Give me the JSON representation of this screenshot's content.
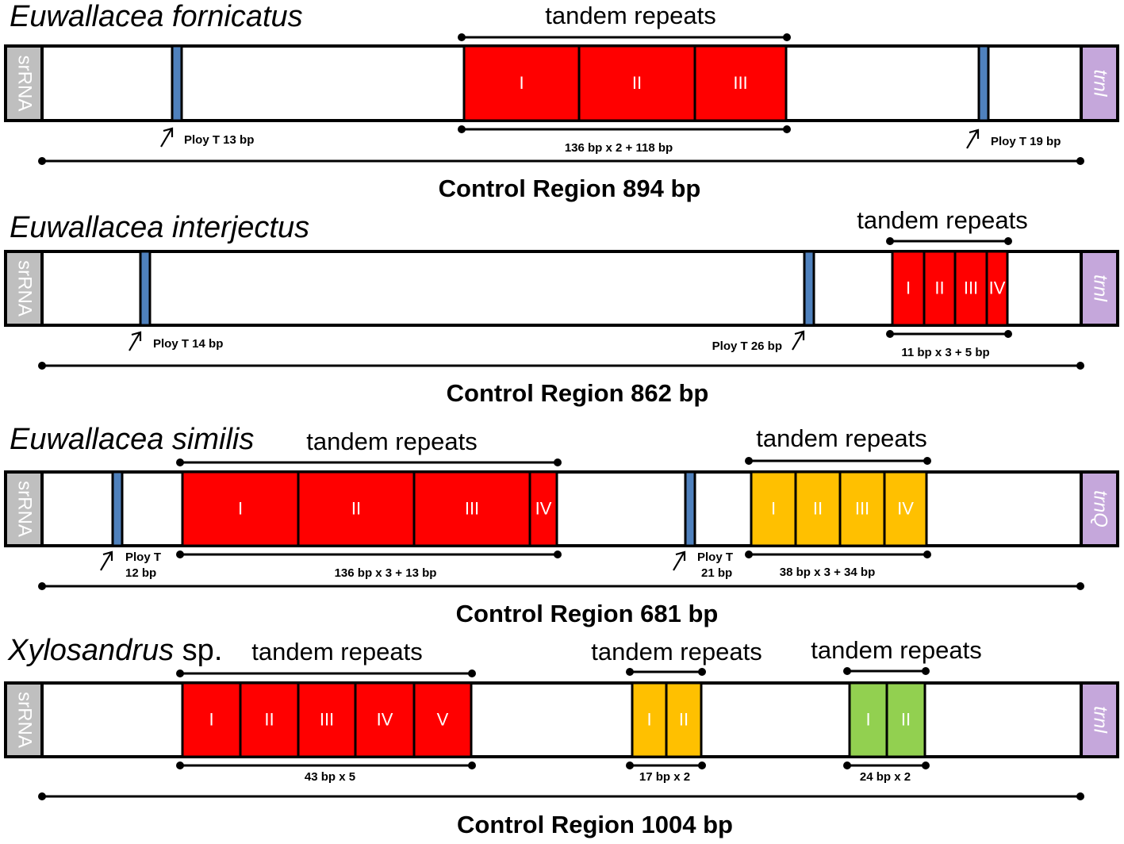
{
  "colors": {
    "red": "#ff0000",
    "orange": "#ffc000",
    "green": "#92d050",
    "gray": "#bfbfbf",
    "purple": "#c5a7db",
    "blue": "#4f81bd"
  },
  "panels": [
    {
      "species_italic": "Euwallacea fornicatus",
      "species_suffix": "",
      "left_label": "srRNA",
      "right_label": "trnI",
      "total": "Control Region 894 bp",
      "polyt": [
        "Ploy T 13 bp",
        "Ploy T 19 bp"
      ],
      "repeats": [
        {
          "title": "tandem repeats",
          "desc": "136 bp x 2 + 118 bp",
          "color": "red",
          "units": [
            "I",
            "II",
            "III"
          ]
        }
      ]
    },
    {
      "species_italic": "Euwallacea interjectus",
      "species_suffix": "",
      "left_label": "srRNA",
      "right_label": "trnI",
      "total": "Control Region 862 bp",
      "polyt": [
        "Ploy T 14 bp",
        "Ploy T 26 bp"
      ],
      "repeats": [
        {
          "title": "tandem repeats",
          "desc": "11 bp x 3 + 5 bp",
          "color": "red",
          "units": [
            "I",
            "II",
            "III",
            "IV"
          ]
        }
      ]
    },
    {
      "species_italic": "Euwallacea similis",
      "species_suffix": "",
      "left_label": "srRNA",
      "right_label": "trnQ",
      "total": "Control Region 681 bp",
      "polyt": [
        "Ploy T",
        "12 bp",
        "Ploy T",
        "21 bp"
      ],
      "repeats": [
        {
          "title": "tandem repeats",
          "desc": "136 bp x 3 + 13 bp",
          "color": "red",
          "units": [
            "I",
            "II",
            "III",
            "IV"
          ]
        },
        {
          "title": "tandem repeats",
          "desc": "38 bp x 3 + 34 bp",
          "color": "orange",
          "units": [
            "I",
            "II",
            "III",
            "IV"
          ]
        }
      ]
    },
    {
      "species_italic": "Xylosandrus",
      "species_suffix": " sp.",
      "left_label": "srRNA",
      "right_label": "trnI",
      "total": "Control Region 1004 bp",
      "polyt": [],
      "repeats": [
        {
          "title": "tandem repeats",
          "desc": "43 bp x 5",
          "color": "red",
          "units": [
            "I",
            "II",
            "III",
            "IV",
            "V"
          ]
        },
        {
          "title": "tandem repeats",
          "desc": "17 bp x 2",
          "color": "orange",
          "units": [
            "I",
            "II"
          ]
        },
        {
          "title": "tandem repeats",
          "desc": "24 bp x 2",
          "color": "green",
          "units": [
            "I",
            "II"
          ]
        }
      ]
    }
  ]
}
